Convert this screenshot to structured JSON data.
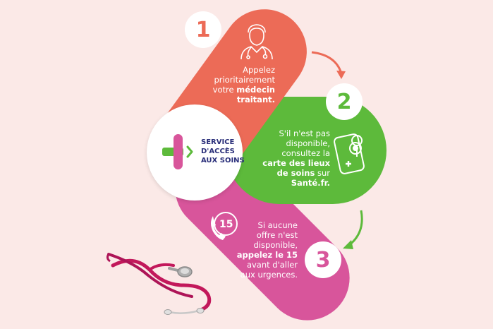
{
  "steps": [
    {
      "number": "1",
      "color": "#ec6b57",
      "icon": "doctor-icon",
      "line1": "Appelez",
      "line2": "prioritairement",
      "line3_plain": "votre ",
      "line3_bold": "médecin",
      "line4_bold": "traitant."
    },
    {
      "number": "2",
      "color": "#5dba3b",
      "icon": "phone-location-icon",
      "line1": "S'il n'est pas",
      "line2": "disponible,",
      "line3": "consultez la",
      "line4_bold": "carte des lieux",
      "line5_bold": "de soins",
      "line5_plain": " sur",
      "line6_bold": "Santé.fr."
    },
    {
      "number": "3",
      "color": "#d8559b",
      "icon": "phone-15-icon",
      "icon_label": "15",
      "line1": "Si aucune",
      "line2": "offre n'est",
      "line3": "disponible,",
      "line4_bold": "appelez le 15",
      "line5": "avant d'aller",
      "line6": "aux urgences."
    }
  ],
  "logo": {
    "line1": "SERVICE",
    "line2": "D'ACCÈS",
    "line3": "AUX SOINS",
    "colors": {
      "pink": "#d8559b",
      "green": "#5dba3b",
      "navy": "#2a2f7a"
    }
  },
  "background": "#fbe9e7"
}
